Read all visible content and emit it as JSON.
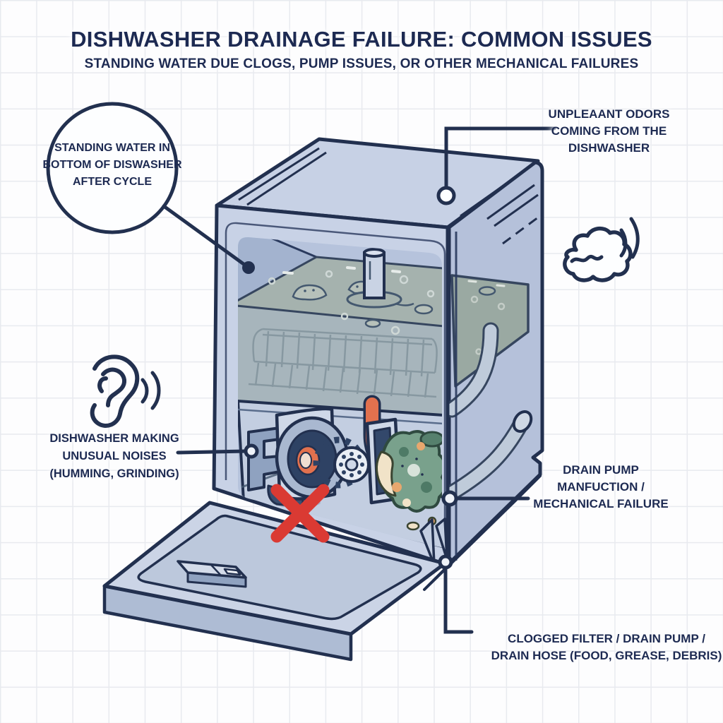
{
  "header": {
    "title": "DISHWASHER DRAINAGE FAILURE: COMMON ISSUES",
    "subtitle": "STANDING WATER DUE CLOGS, PUMP ISSUES, OR OTHER MECHANICAL FAILURES"
  },
  "callouts": {
    "standing_water": {
      "lines": [
        "STANDING WATER IN",
        "BOTTOM OF DISWASHER",
        "AFTER CYCLE"
      ]
    },
    "odors": {
      "lines": [
        "UNPLEAANT ODORS",
        "COMING FROM THE",
        "DISHWASHER"
      ]
    },
    "noises": {
      "lines": [
        "DISHWASHER MAKING",
        "UNUSUAL NOISES",
        "(HUMMING, GRINDING)"
      ]
    },
    "pump_failure": {
      "lines": [
        "DRAIN PUMP",
        "MANFUCTION /",
        "MECHANICAL FAILURE"
      ]
    },
    "clogged": {
      "lines": [
        "CLOGGED FILTER / DRAIN PUMP /",
        "DRAIN HOSE (FOOD, GREASE, DEBRIS)"
      ]
    }
  },
  "icons": {
    "ear": "ear-with-sound-waves",
    "smell": "odor-cloud",
    "red_x": "failure-cross",
    "bubble": "circle-callout"
  },
  "colors": {
    "ink_navy": "#1d2a52",
    "cabinet_blue": "#c7d1e5",
    "side_blue": "#b5c1da",
    "water_green": "#a5b2ae",
    "hose_orange": "#e2714e",
    "error_red": "#da3a33"
  }
}
